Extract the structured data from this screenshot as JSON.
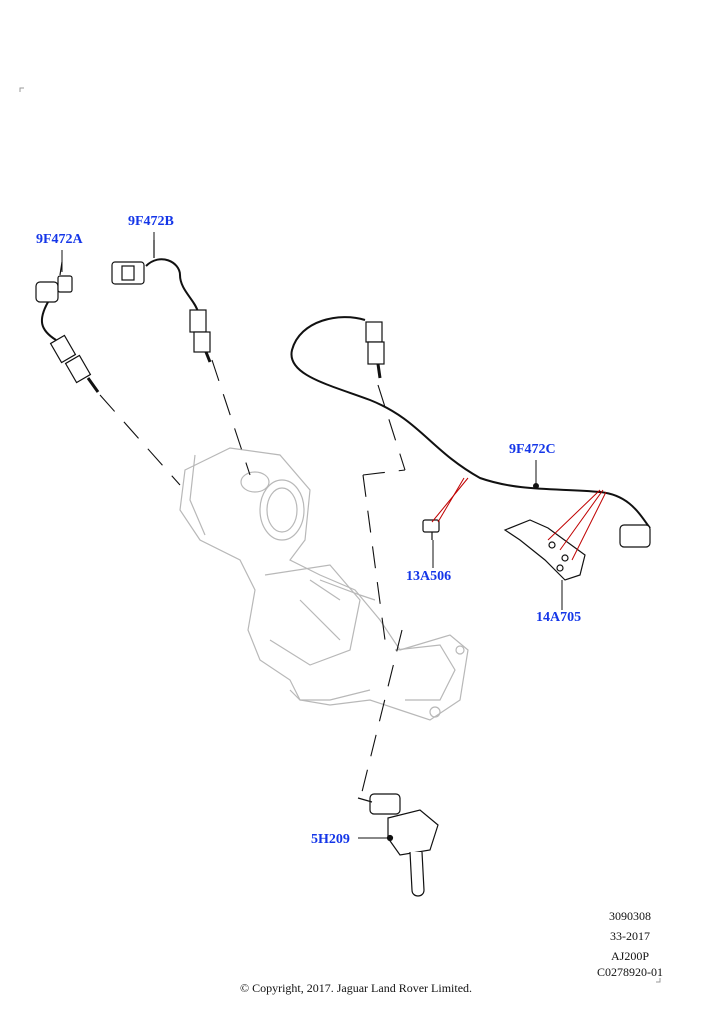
{
  "callouts": [
    {
      "id": "9F472A",
      "label": "9F472A"
    },
    {
      "id": "9F472B",
      "label": "9F472B"
    },
    {
      "id": "9F472C",
      "label": "9F472C"
    },
    {
      "id": "13A506",
      "label": "13A506"
    },
    {
      "id": "14A705",
      "label": "14A705"
    },
    {
      "id": "5H209",
      "label": "5H209"
    }
  ],
  "reference": {
    "line1": "3090308",
    "line2": "33-2017",
    "line3": "AJ200P",
    "line4": "C0278920-01"
  },
  "copyright": "© Copyright, 2017. Jaguar Land Rover Limited.",
  "colors": {
    "callout": "#1436e8",
    "part_outline": "#222222",
    "background_part": "#b0b0b0",
    "leader": "#c00000"
  }
}
